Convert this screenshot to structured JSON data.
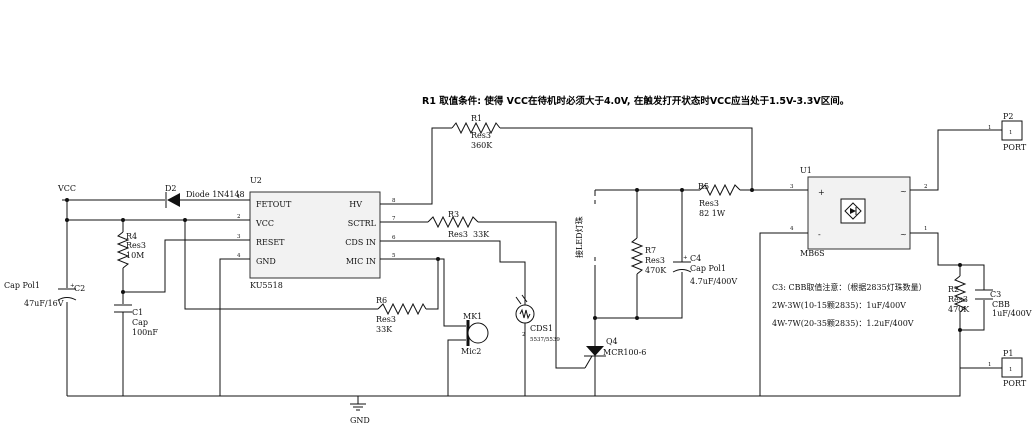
{
  "note_r1": "R1 取值条件: 使得 VCC在待机时必须大于4.0V, 在触发打开状态时VCC应当处于1.5V-3.3V区间。",
  "vcc_label": "VCC",
  "gnd_label": "GND",
  "d2": {
    "ref": "D2",
    "value": "Diode 1N4148"
  },
  "u2": {
    "ref": "U2",
    "part": "KU5518",
    "pins": [
      {
        "num": "1",
        "name": "FETOUT"
      },
      {
        "num": "2",
        "name": "VCC"
      },
      {
        "num": "3",
        "name": "RESET"
      },
      {
        "num": "4",
        "name": "GND"
      },
      {
        "num": "8",
        "name": "HV"
      },
      {
        "num": "7",
        "name": "SCTRL"
      },
      {
        "num": "6",
        "name": "CDS IN"
      },
      {
        "num": "5",
        "name": "MIC IN"
      }
    ]
  },
  "c2": {
    "ref": "C2",
    "type": "Cap Pol1",
    "value": "47uF/16V"
  },
  "r4": {
    "ref": "R4",
    "type": "Res3",
    "value": "10M"
  },
  "c1": {
    "ref": "C1",
    "type": "Cap",
    "value": "100nF"
  },
  "r1": {
    "ref": "R1",
    "type": "Res3",
    "value": "360K"
  },
  "r3": {
    "ref": "R3",
    "type": "Res3",
    "value": "33K"
  },
  "r6": {
    "ref": "R6",
    "type": "Res3",
    "value": "33K"
  },
  "r5": {
    "ref": "R5",
    "type": "Res3",
    "value": "82 1W"
  },
  "r7": {
    "ref": "R7",
    "type": "Res3",
    "value": "470K"
  },
  "c4": {
    "ref": "C4",
    "type": "Cap Pol1",
    "value": "4.7uF/400V"
  },
  "mk1": {
    "ref": "MK1",
    "value": "Mic2"
  },
  "cds1": {
    "ref": "CDS1",
    "value": "5537/5539",
    "pin": "2"
  },
  "q4": {
    "ref": "Q4",
    "value": "MCR100-6"
  },
  "led_label": "接LED灯珠",
  "u1": {
    "ref": "U1",
    "part": "MB6S",
    "pin3": "3",
    "pin4": "4",
    "pin2": "2",
    "pin1": "1",
    "plus": "+",
    "minus": "-",
    "ac1": "~",
    "ac2": "~"
  },
  "p2": {
    "ref": "P2",
    "pin": "1",
    "value": "PORT"
  },
  "p1": {
    "ref": "P1",
    "pin": "1",
    "value": "PORT"
  },
  "r2": {
    "ref": "R2",
    "type": "Res3",
    "value": "470K"
  },
  "c3": {
    "ref": "C3",
    "type": "CBB",
    "value": "1uF/400V"
  },
  "c3_notes": [
    "C3: CBB取值注意：（根据2835灯珠数量）",
    "2W-3W(10-15颗2835)：1uF/400V",
    "4W-7W(20-35颗2835)：1.2uF/400V"
  ]
}
